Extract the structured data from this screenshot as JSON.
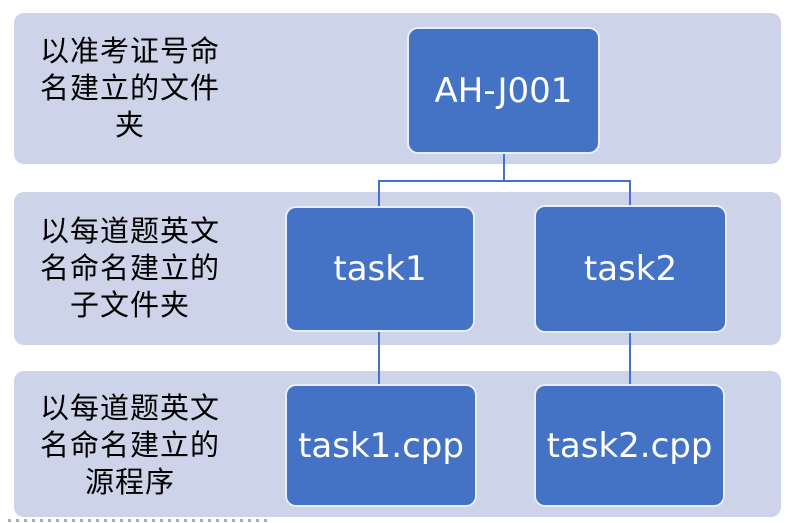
{
  "diagram": {
    "kind": "folder-structure hierarchy (SmartArt style)",
    "rows": [
      {
        "label_full": "以准考证号命名建立的文件夹",
        "label_lines": [
          "以准考证号命",
          "名建立的文件",
          "夹"
        ]
      },
      {
        "label_full": "以每道题英文名命名建立的子文件夹",
        "label_lines": [
          "以每道题英文",
          "名命名建立的",
          "子文件夹"
        ]
      },
      {
        "label_full": "以每道题英文名命名建立的源程序",
        "label_lines": [
          "以每道题英文",
          "名命名建立的",
          "源程序"
        ]
      }
    ],
    "nodes": {
      "root": {
        "label": "AH-J001"
      },
      "task1": {
        "label": "task1"
      },
      "task2": {
        "label": "task2"
      },
      "task1_cpp": {
        "label": "task1.cpp"
      },
      "task2_cpp": {
        "label": "task2.cpp"
      }
    },
    "edges": [
      [
        "AH-J001",
        "task1"
      ],
      [
        "AH-J001",
        "task2"
      ],
      [
        "task1",
        "task1.cpp"
      ],
      [
        "task2",
        "task2.cpp"
      ]
    ],
    "colors": {
      "node_fill": "#4472C4",
      "node_text": "#FFFFFF",
      "node_border": "#E9EDF8",
      "band_fill": "#CDD4EA",
      "connector": "#4472C4",
      "label_text": "#000000",
      "background": "#FFFFFF"
    }
  }
}
